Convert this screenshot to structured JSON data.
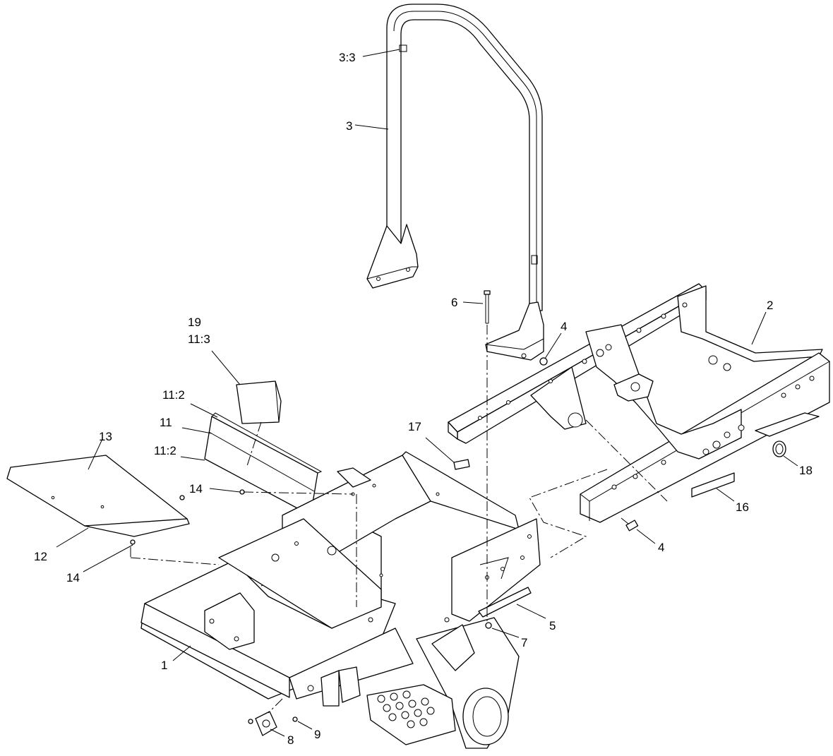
{
  "callouts": [
    {
      "id": "c3_3",
      "text": "3:3"
    },
    {
      "id": "c3",
      "text": "3"
    },
    {
      "id": "c6",
      "text": "6"
    },
    {
      "id": "c4a",
      "text": "4"
    },
    {
      "id": "c2",
      "text": "2"
    },
    {
      "id": "c19",
      "text": "19"
    },
    {
      "id": "c11_3",
      "text": "11:3"
    },
    {
      "id": "c11_2a",
      "text": "11:2"
    },
    {
      "id": "c11",
      "text": "11"
    },
    {
      "id": "c11_2b",
      "text": "11:2"
    },
    {
      "id": "c13",
      "text": "13"
    },
    {
      "id": "c17",
      "text": "17"
    },
    {
      "id": "c14a",
      "text": "14"
    },
    {
      "id": "c18",
      "text": "18"
    },
    {
      "id": "c16",
      "text": "16"
    },
    {
      "id": "c12",
      "text": "12"
    },
    {
      "id": "c4b",
      "text": "4"
    },
    {
      "id": "c14b",
      "text": "14"
    },
    {
      "id": "c5",
      "text": "5"
    },
    {
      "id": "c7",
      "text": "7"
    },
    {
      "id": "c1",
      "text": "1"
    },
    {
      "id": "c8",
      "text": "8"
    },
    {
      "id": "c9",
      "text": "9"
    }
  ]
}
